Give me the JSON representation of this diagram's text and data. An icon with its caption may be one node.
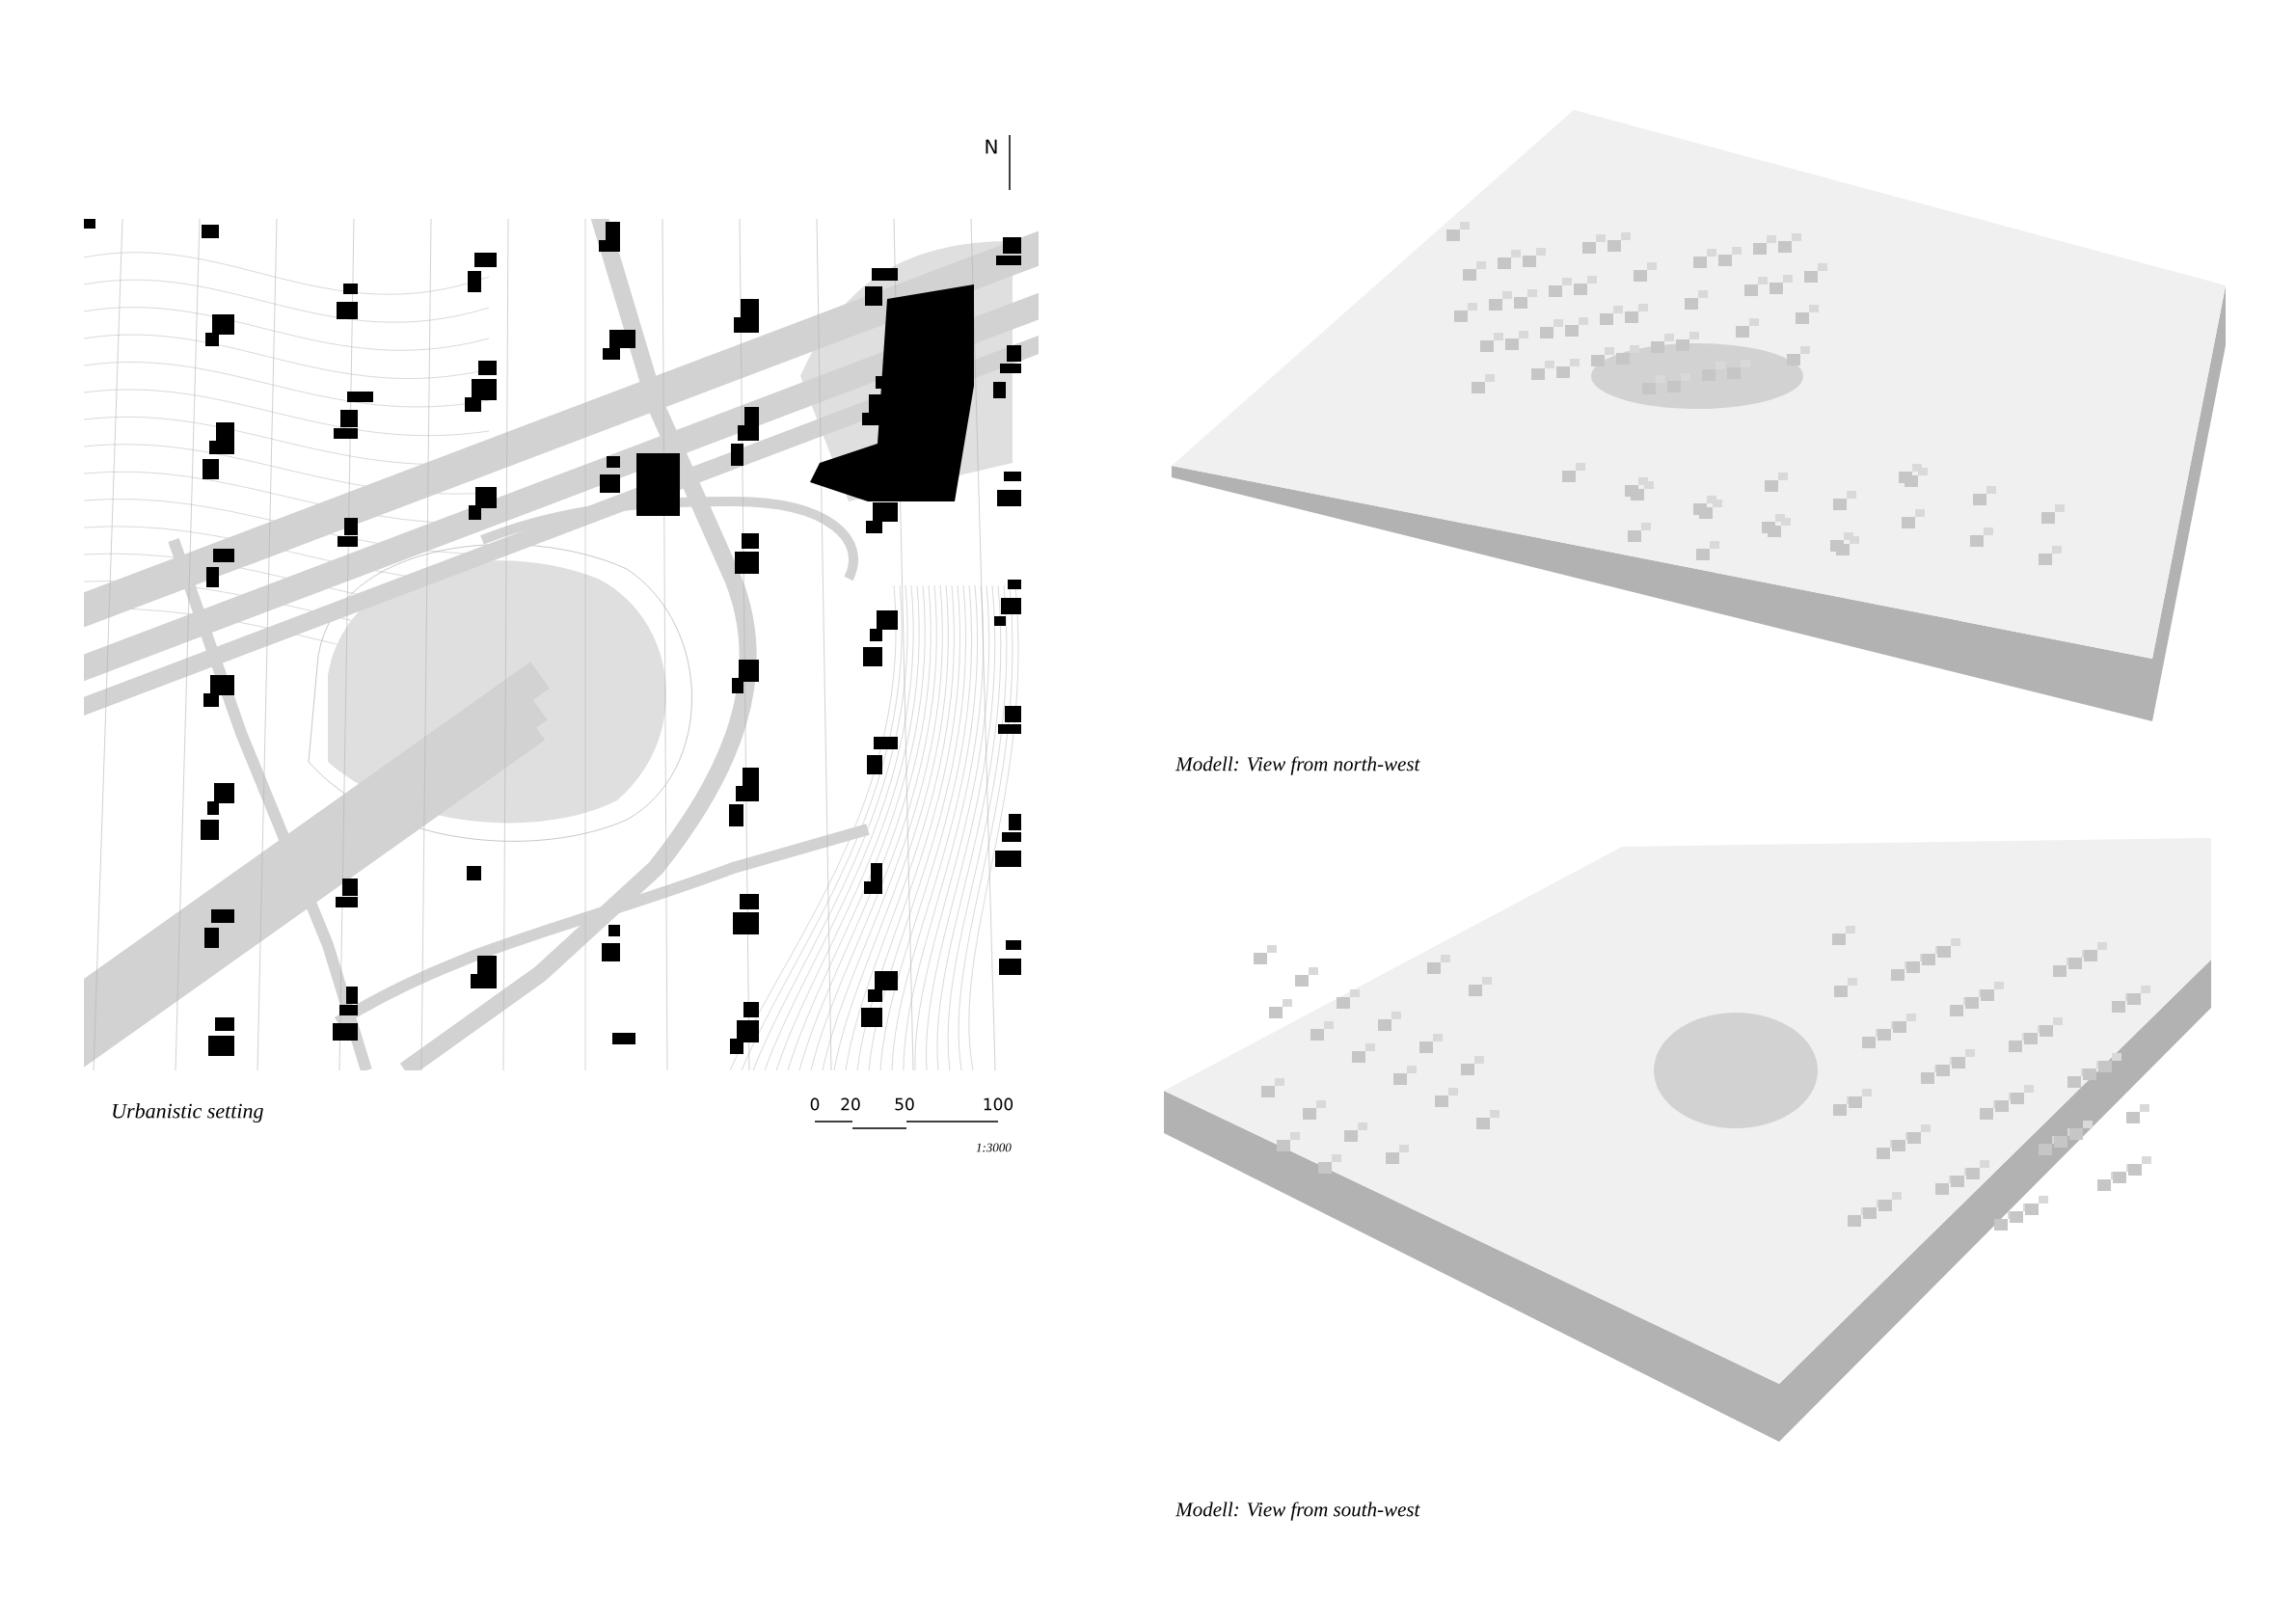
{
  "diagram": {
    "labels": [
      "N",
      "Urbanistic setting",
      "0",
      "20",
      "50",
      "100",
      "1:3000",
      "Modell: View from north-west",
      "Modell: View from south-west"
    ]
  }
}
